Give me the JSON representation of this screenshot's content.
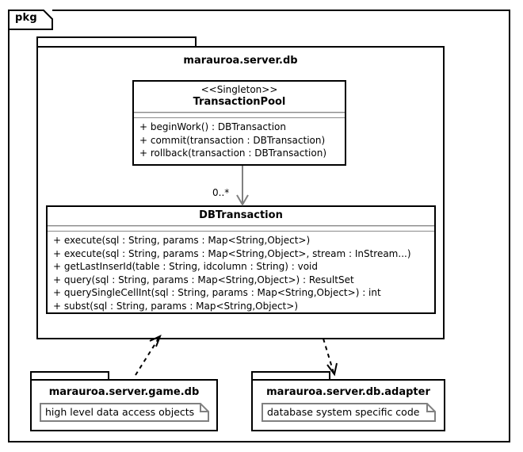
{
  "frame": {
    "label": "pkg"
  },
  "main_package": {
    "name": "marauroa.server.db"
  },
  "classes": [
    {
      "id": "transaction-pool",
      "stereotype": "<<Singleton>>",
      "name": "TransactionPool",
      "attributes": [],
      "operations": [
        "+ beginWork() : DBTransaction",
        "+ commit(transaction : DBTransaction)",
        "+ rollback(transaction : DBTransaction)"
      ]
    },
    {
      "id": "db-transaction",
      "stereotype": "",
      "name": "DBTransaction",
      "attributes": [],
      "operations": [
        "+ execute(sql : String, params : Map<String,Object>)",
        "+ execute(sql : String, params : Map<String,Object>, stream : InStream...)",
        "+ getLastInserId(table : String, idcolumn : String) : void",
        "+ query(sql : String, params : Map<String,Object>) : ResultSet",
        "+ querySingleCellInt(sql : String, params : Map<String,Object>) : int",
        "+ subst(sql : String, params : Map<String,Object>)"
      ]
    }
  ],
  "sub_packages": [
    {
      "id": "game-db",
      "name": "marauroa.server.game.db",
      "note": "high level data access objects"
    },
    {
      "id": "db-adapter",
      "name": "marauroa.server.db.adapter",
      "note": "database system specific code"
    }
  ],
  "connectors": [
    {
      "id": "pool-to-transaction",
      "kind": "association-directed",
      "multiplicity": "0..*",
      "color": "#808080"
    },
    {
      "id": "game-db-dependency",
      "kind": "dependency-dashed",
      "color": "#000000"
    },
    {
      "id": "db-adapter-dependency",
      "kind": "dependency-dashed",
      "color": "#000000"
    }
  ],
  "colors": {
    "background": "#ffffff",
    "stroke": "#000000",
    "compartment_rule": "#8a8a8a",
    "association": "#808080",
    "note_border": "#808080"
  }
}
